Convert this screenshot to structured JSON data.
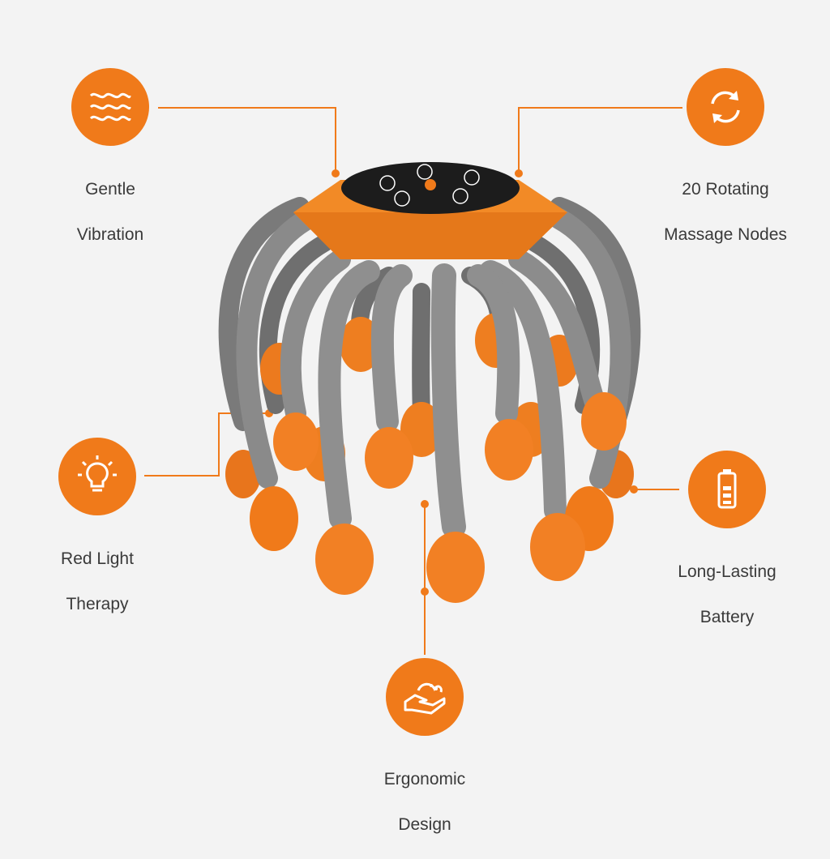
{
  "brand": {
    "accent": "#f07a1a",
    "leg_gray": "#808080",
    "panel_black": "#1c1c1c"
  },
  "features": [
    {
      "key": "vibration",
      "icon": "waves-icon",
      "line1": "Gentle",
      "line2": "Vibration"
    },
    {
      "key": "nodes",
      "icon": "rotate-arrows-icon",
      "line1": "20 Rotating",
      "line2": "Massage Nodes"
    },
    {
      "key": "light",
      "icon": "lightbulb-icon",
      "line1": "Red Light",
      "line2": "Therapy"
    },
    {
      "key": "battery",
      "icon": "battery-icon",
      "line1": "Long-Lasting",
      "line2": "Battery"
    },
    {
      "key": "ergonomic",
      "icon": "hand-icon",
      "line1": "Ergonomic",
      "line2": "Design"
    }
  ],
  "product": {
    "name": "scalp-massager",
    "panel_buttons": [
      "power-button",
      "mode-button",
      "pause-button",
      "intensity-button",
      "light-button"
    ]
  }
}
